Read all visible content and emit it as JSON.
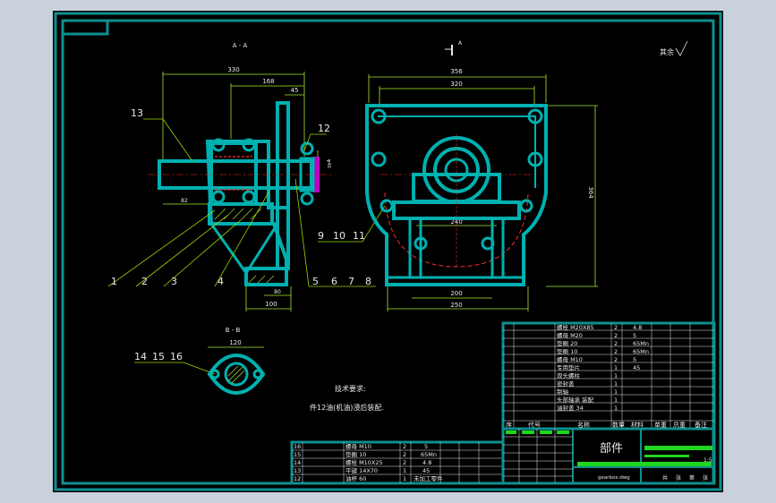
{
  "colors": {
    "background": "#c9d2dc",
    "sheet": "#000000",
    "frame": "#0e8f8f",
    "part": "#00b0b0",
    "dimension": "#a8e82a",
    "text": "#e8e8e8",
    "centerline": "#ff2a2a",
    "highlight": "#c000c0",
    "leader": "#9ad600"
  },
  "views": {
    "section_aa_label": "A - A",
    "section_bb_label": "B - B",
    "arrow_mark": "A",
    "roughness": "其余"
  },
  "dimensions": {
    "d330": "330",
    "d168": "168",
    "d45": "45",
    "d82": "82",
    "d80": "80",
    "d100": "100",
    "d356": "356",
    "d320": "320",
    "d364": "364",
    "d240": "240",
    "d200": "200",
    "d250": "250",
    "d120": "120"
  },
  "balloons": [
    "1",
    "2",
    "3",
    "4",
    "5",
    "6",
    "7",
    "8",
    "9",
    "10",
    "11",
    "12",
    "13",
    "14",
    "15",
    "16"
  ],
  "notes": {
    "title": "技术要求:",
    "line1": "件12油(机油)浸后装配."
  },
  "bom_upper": [
    {
      "no": "",
      "name": "螺栓 M20X85",
      "qty": "2",
      "mat": "4.8",
      "note": ""
    },
    {
      "no": "",
      "name": "螺母 M20",
      "qty": "2",
      "mat": "5",
      "note": ""
    },
    {
      "no": "",
      "name": "垫圈 20",
      "qty": "2",
      "mat": "65Mn",
      "note": ""
    },
    {
      "no": "",
      "name": "垫圈 10",
      "qty": "2",
      "mat": "65Mn",
      "note": ""
    },
    {
      "no": "",
      "name": "螺母 M10",
      "qty": "2",
      "mat": "5",
      "note": ""
    },
    {
      "no": "",
      "name": "专用垫片",
      "qty": "1",
      "mat": "45",
      "note": ""
    },
    {
      "no": "",
      "name": "双头螺柱",
      "qty": "1",
      "mat": "",
      "note": ""
    },
    {
      "no": "",
      "name": "密封盖",
      "qty": "1",
      "mat": "",
      "note": ""
    },
    {
      "no": "",
      "name": "制轴",
      "qty": "1",
      "mat": "",
      "note": ""
    },
    {
      "no": "",
      "name": "头部轴承 装配",
      "qty": "1",
      "mat": "",
      "note": ""
    },
    {
      "no": "",
      "name": "油封盖 34",
      "qty": "1",
      "mat": "",
      "note": ""
    }
  ],
  "bom_header": {
    "seq": "序",
    "code": "代号",
    "name": "名称",
    "qty": "数量",
    "mat": "材料",
    "unit": "单重",
    "total": "总重",
    "remark": "备注"
  },
  "bom_lower": [
    {
      "no": "16",
      "name": "螺母 M10",
      "qty": "2",
      "mat": "5"
    },
    {
      "no": "15",
      "name": "垫圈 10",
      "qty": "2",
      "mat": "65Mn"
    },
    {
      "no": "14",
      "name": "螺栓 M10X25",
      "qty": "2",
      "mat": "4.8"
    },
    {
      "no": "13",
      "name": "平键 14X70",
      "qty": "1",
      "mat": "45"
    },
    {
      "no": "12",
      "name": "油杯 60",
      "qty": "1",
      "mat": "未加工零件"
    }
  ],
  "title_block": {
    "name": "部件",
    "scale": "1:5",
    "file": "gearbox.dwg",
    "sheet_labels": [
      "共",
      "张",
      "第",
      "张"
    ]
  }
}
